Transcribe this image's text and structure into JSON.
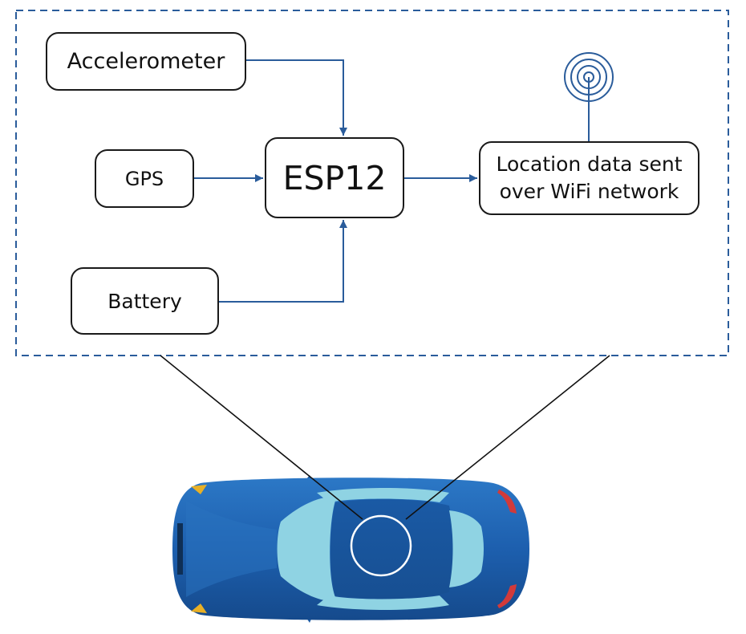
{
  "diagram": {
    "nodes": {
      "accelerometer": "Accelerometer",
      "gps": "GPS",
      "battery": "Battery",
      "esp": "ESP12",
      "location_line1": "Location data sent",
      "location_line2": "over WiFi network"
    },
    "edges": [
      {
        "from": "Accelerometer",
        "to": "ESP12"
      },
      {
        "from": "GPS",
        "to": "ESP12"
      },
      {
        "from": "Battery",
        "to": "ESP12"
      },
      {
        "from": "ESP12",
        "to": "Location data sent over WiFi network"
      }
    ]
  },
  "colors": {
    "arrow": "#2a5c9b",
    "frame_dash": "#2a5c9b",
    "car_body": "#1c5aa6",
    "car_glass": "#8fd3e3"
  },
  "icons": {
    "antenna": "wifi-antenna-icon",
    "car": "car-top-view-illustration"
  }
}
